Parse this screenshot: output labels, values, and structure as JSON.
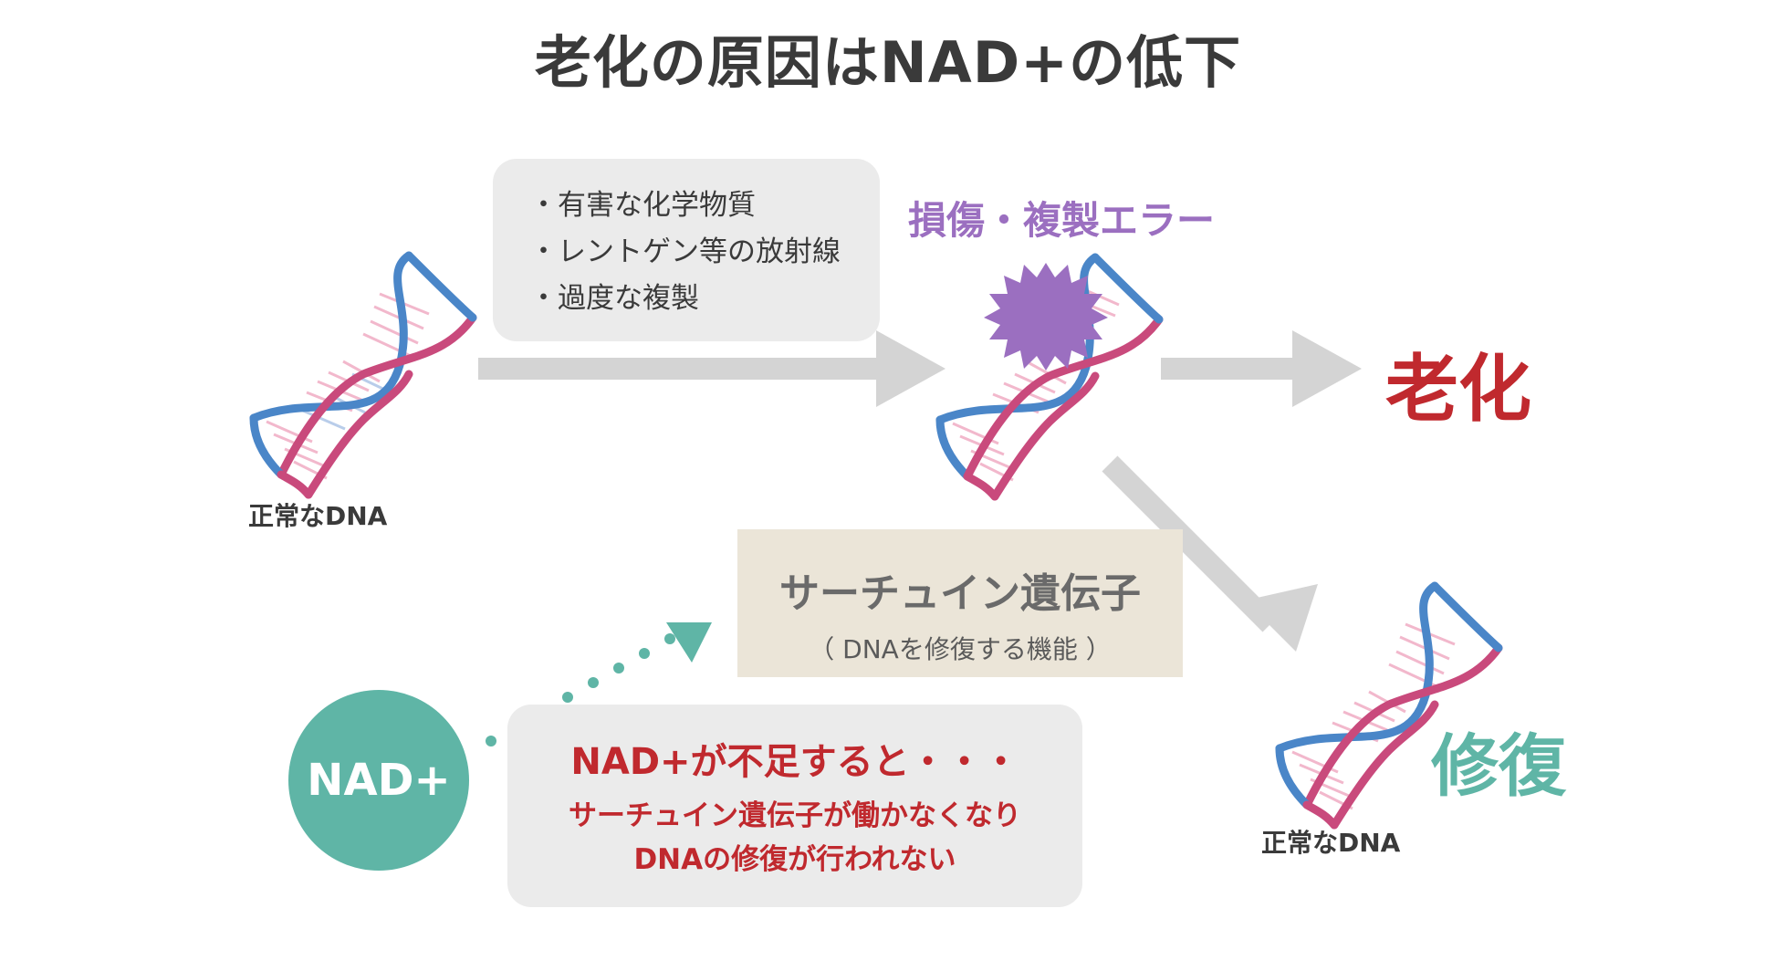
{
  "title": "老化の原因はNAD+の低下",
  "causes": [
    "・有害な化学物質",
    "・レントゲン等の放射線",
    "・過度な複製"
  ],
  "damage_label": "損傷・複製エラー",
  "aging_label": "老化",
  "repair_label": "修復",
  "normal_dna_label": "正常なDNA",
  "sirtuin": {
    "title": "サーチュイン遺伝子",
    "subtitle": "（ DNAを修復する機能 ）"
  },
  "nad_label": "NAD+",
  "warning": {
    "headline": "NAD+が不足すると・・・",
    "line1": "サーチュイン遺伝子が働かなくなり",
    "line2": "DNAの修復が行われない"
  },
  "colors": {
    "strand_blue": "#4a86c8",
    "strand_pink": "#c94a7c",
    "damage_purple": "#9b6fc0",
    "aging_red": "#c0292e",
    "teal": "#5fb5a6",
    "arrow_gray": "#d4d4d4"
  }
}
